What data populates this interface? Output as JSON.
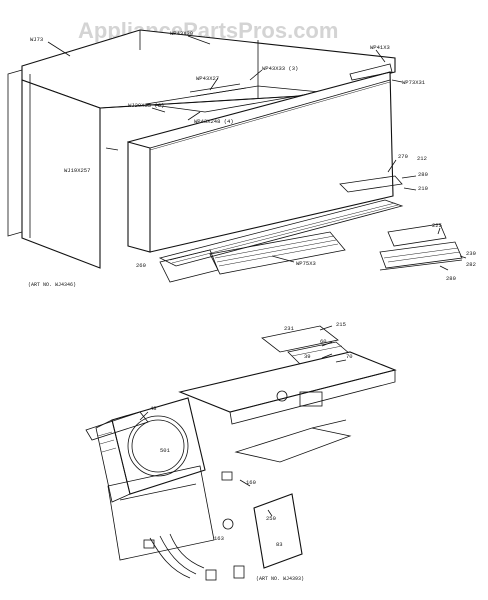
{
  "watermark": "AppliancePartsPros.com",
  "top_assembly": {
    "labels": [
      "WJ73",
      "WP43X30",
      "WP43X27",
      "WP43X33 (3)",
      "WJ20X35 (6)",
      "WP43X248 (4)",
      "WJ19X257",
      "WP41X3",
      "WP73X31",
      "WP75X3",
      "270",
      "212",
      "280",
      "210",
      "225",
      "260",
      "230",
      "280",
      "282"
    ],
    "note": "(ART NO. WJ4346)"
  },
  "bottom_assembly": {
    "labels": [
      "231",
      "215",
      "60",
      "39",
      "70",
      "48",
      "501",
      "160",
      "250",
      "163",
      "83"
    ],
    "note": "(ART NO. WJ4393)"
  }
}
